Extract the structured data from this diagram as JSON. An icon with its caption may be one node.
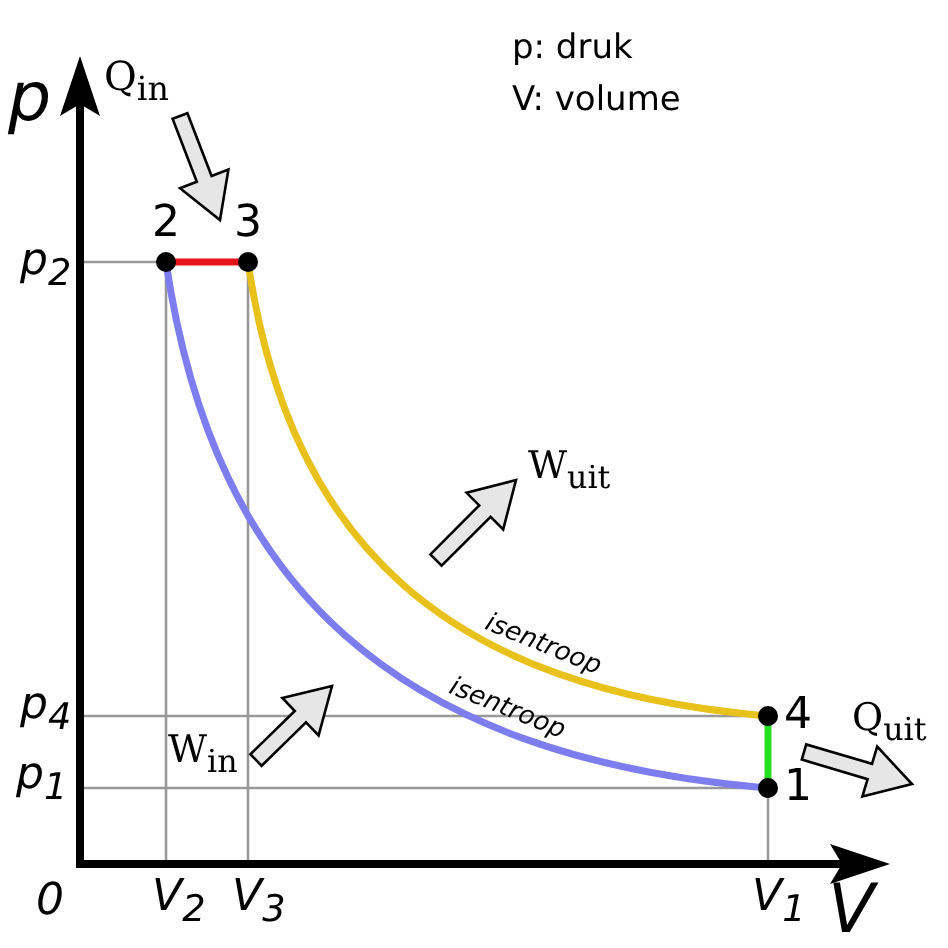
{
  "diagram": {
    "nodes": [
      {
        "text": [
          "2"
        ]
      },
      {
        "text": [
          "3"
        ]
      },
      {
        "text": [
          "4"
        ]
      },
      {
        "text": [
          "1"
        ]
      }
    ],
    "edges": [
      {
        "from": 0,
        "to": 1,
        "arrow": "none",
        "color": "#e8141b"
      },
      {
        "from": 1,
        "to": 2,
        "arrow": "none",
        "label": "isentroop",
        "color": "#e8c21a"
      },
      {
        "from": 2,
        "to": 3,
        "arrow": "none",
        "color": "#22dd22"
      },
      {
        "from": 3,
        "to": 0,
        "arrow": "none",
        "label": "isentroop",
        "color": "#7d7df0"
      }
    ],
    "labels": [
      "Q$_{in}$",
      "p",
      "p: druk",
      "V: volume",
      "p$_{2}$",
      "W$_{uit}$",
      "p$_{4}$",
      "W$_{in}$",
      "Q$_{uit}$",
      "p$_{1}$",
      "0",
      "V$_{2}$",
      "V$_{3}$",
      "V$_{1}$",
      "V"
    ]
  }
}
